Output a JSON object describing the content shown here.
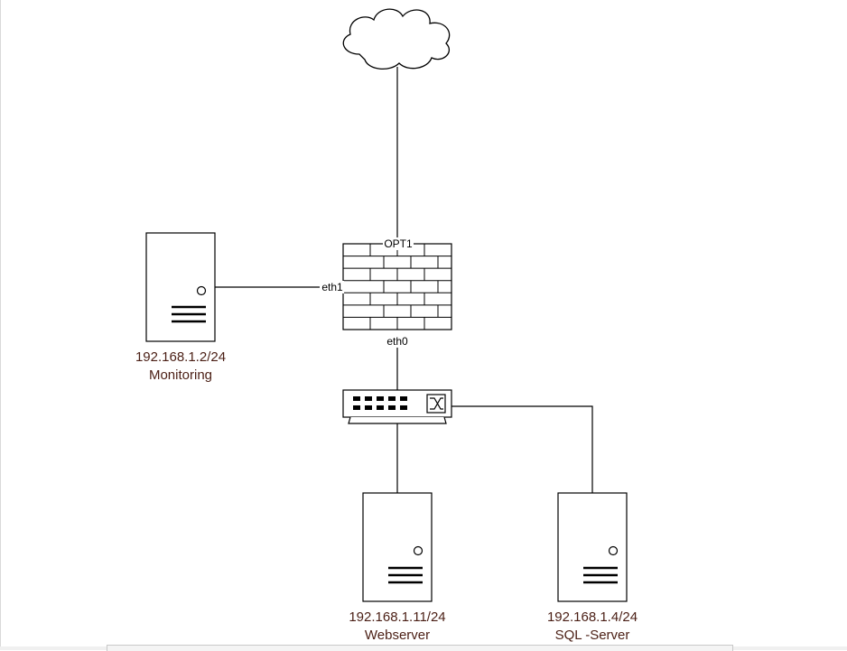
{
  "diagram": {
    "nodes": {
      "internet": {
        "icon": "cloud-icon"
      },
      "firewall": {
        "icon": "brick-firewall-icon",
        "ports": {
          "top": "OPT1",
          "left": "eth1",
          "bottom": "eth0"
        }
      },
      "switch": {
        "icon": "network-switch-icon"
      },
      "monitoring": {
        "icon": "server-icon",
        "ip": "192.168.1.2/24",
        "name": "Monitoring"
      },
      "webserver": {
        "icon": "server-icon",
        "ip": "192.168.1.11/24",
        "name": "Webserver"
      },
      "sqlserver": {
        "icon": "server-icon",
        "ip": "192.168.1.4/24",
        "name": "SQL -Server"
      }
    },
    "links": [
      {
        "from": "internet",
        "to": "firewall",
        "port": "OPT1"
      },
      {
        "from": "monitoring",
        "to": "firewall",
        "port": "eth1"
      },
      {
        "from": "firewall",
        "to": "switch",
        "port": "eth0"
      },
      {
        "from": "switch",
        "to": "webserver"
      },
      {
        "from": "switch",
        "to": "sqlserver"
      }
    ],
    "colors": {
      "line": "#000000",
      "label_text": "#4a1e14",
      "background": "#ffffff"
    }
  }
}
